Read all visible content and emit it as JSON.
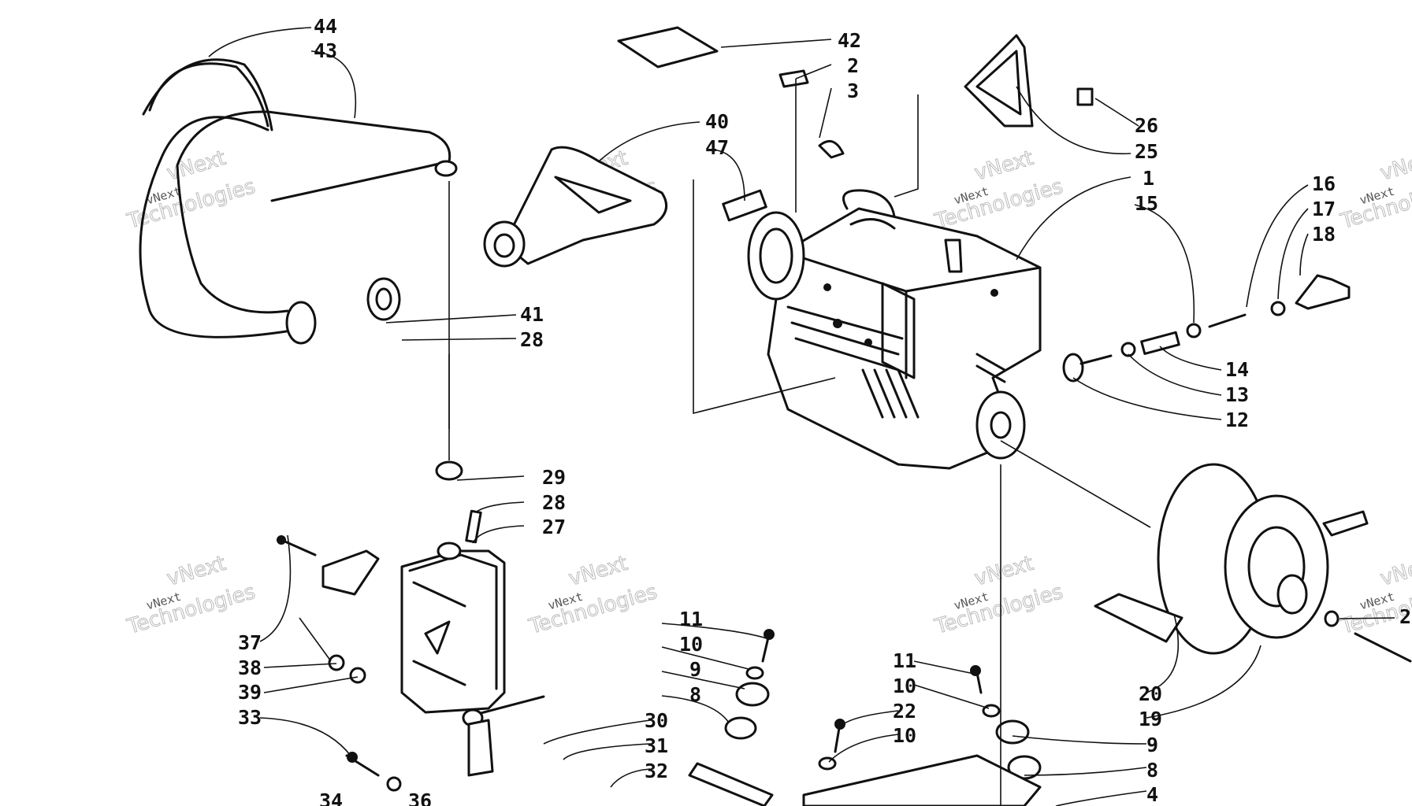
{
  "diagram": {
    "callouts": [
      "44",
      "43",
      "42",
      "2",
      "3",
      "40",
      "47",
      "26",
      "25",
      "1",
      "16",
      "15",
      "17",
      "18",
      "41",
      "28",
      "14",
      "13",
      "12",
      "29",
      "28",
      "27",
      "37",
      "38",
      "39",
      "33",
      "11",
      "10",
      "9",
      "8",
      "30",
      "31",
      "32",
      "34",
      "36",
      "11",
      "10",
      "22",
      "10",
      "20",
      "19",
      "9",
      "8",
      "4",
      "2"
    ],
    "watermark": {
      "line1": "vNext",
      "line2": "Technologies"
    }
  }
}
